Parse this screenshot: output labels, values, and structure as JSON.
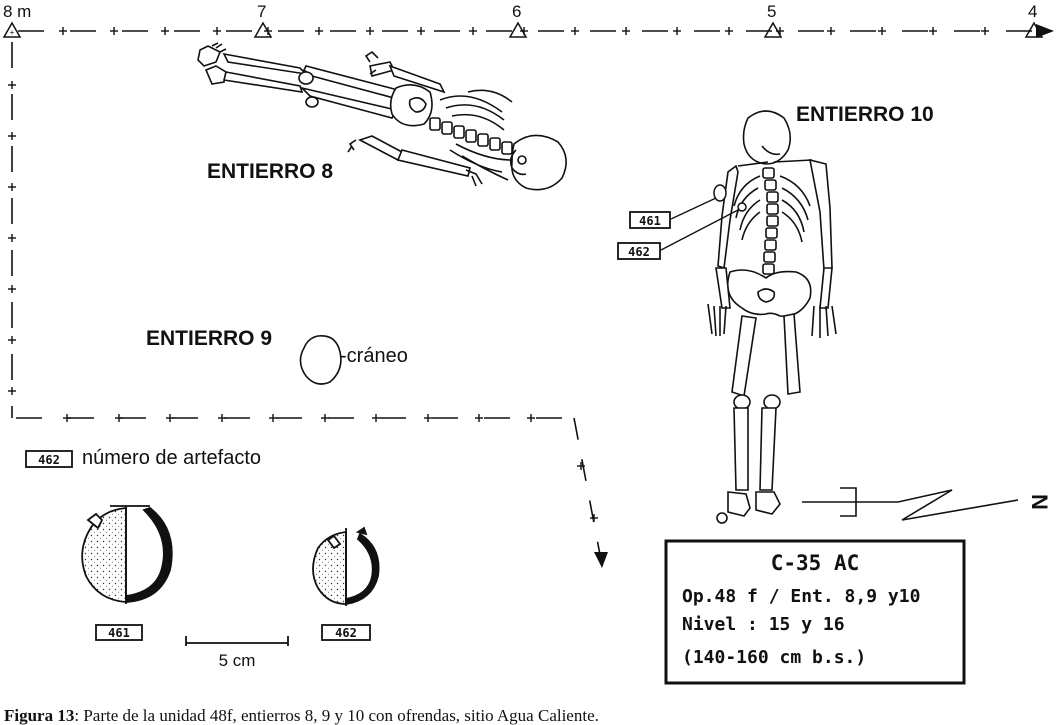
{
  "grid": {
    "top_markers": [
      {
        "label": "8 m"
      },
      {
        "label": "7"
      },
      {
        "label": "6"
      },
      {
        "label": "5"
      },
      {
        "label": "4"
      }
    ]
  },
  "burials": {
    "entierro_8": "ENTIERRO 8",
    "entierro_9": "ENTIERRO 9",
    "entierro_10": "ENTIERRO 10",
    "skull_label": "-cráneo"
  },
  "artifacts": {
    "tag_461": "461",
    "tag_462": "462",
    "legend_tag": "462",
    "legend_text": "número de artefacto",
    "pot_461_label": "461",
    "pot_462_label": "462",
    "scale_label": "5 cm"
  },
  "north_arrow": {
    "label": "N"
  },
  "info_box": {
    "line1": "C-35 AC",
    "line2": "Op.48 f / Ent. 8,9 y10",
    "line3": "Nivel : 15 y 16",
    "line4": "(140-160 cm b.s.)"
  },
  "caption": {
    "figure_label": "Figura 13",
    "text": ": Parte de la unidad 48f, entierros 8, 9 y 10 con ofrendas, sitio Agua Caliente."
  }
}
